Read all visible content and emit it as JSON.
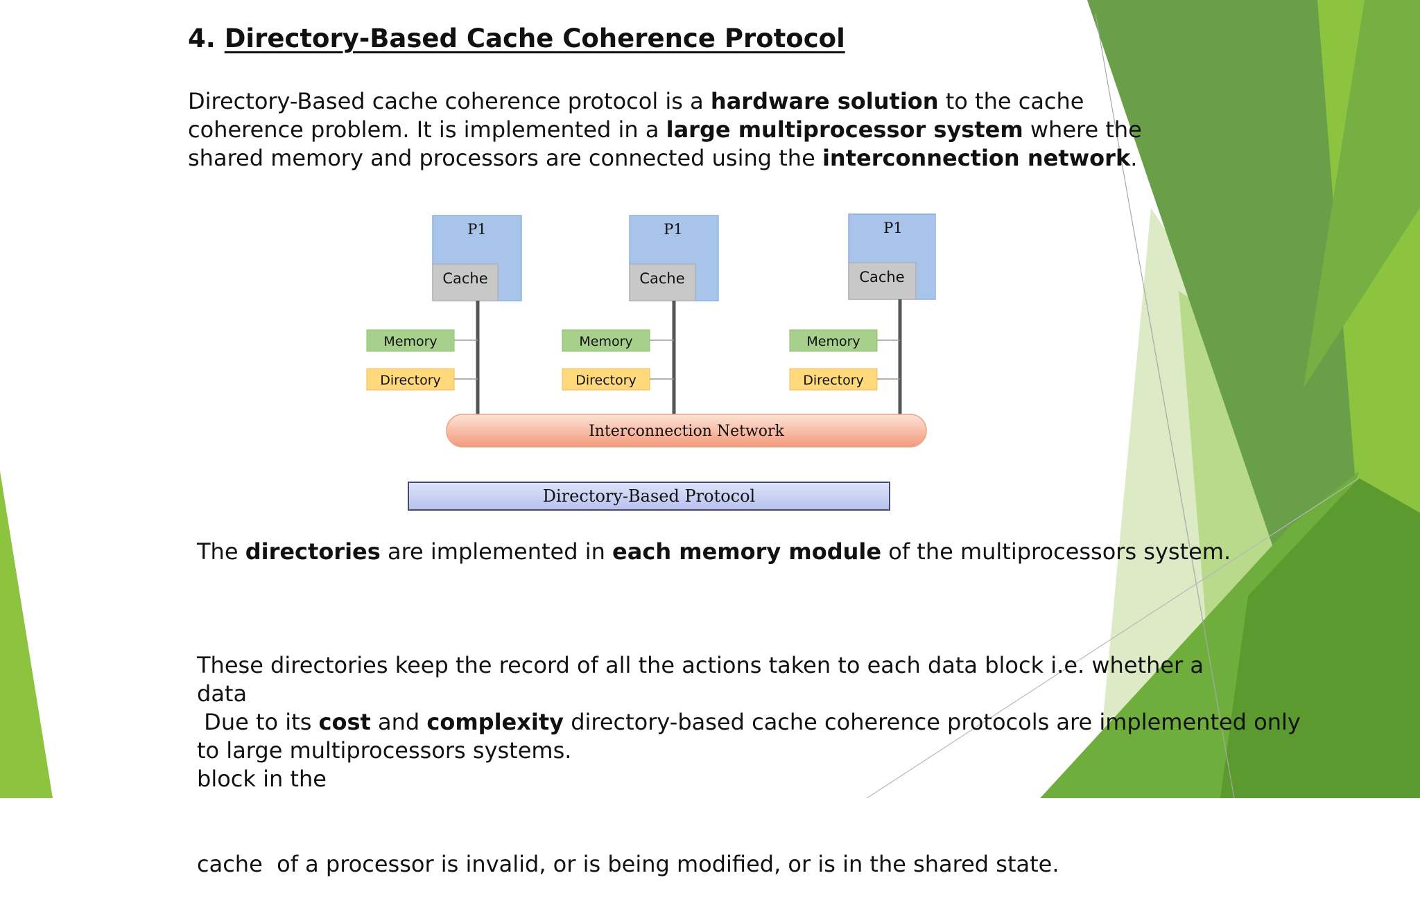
{
  "slide": {
    "number": "4.",
    "title": "Directory-Based Cache Coherence Protocol"
  },
  "intro": {
    "s1": "Directory-Based cache coherence protocol is a ",
    "b1": "hardware solution",
    "s2": " to the cache coherence problem. It is implemented in a ",
    "b2": "large multiprocessor system",
    "s3": " where the shared memory and processors are connected using the ",
    "b3": "interconnection network",
    "s4": "."
  },
  "diagram": {
    "nodes": [
      {
        "processor": "P1",
        "cache": "Cache",
        "memory": "Memory",
        "directory": "Directory"
      },
      {
        "processor": "P1",
        "cache": "Cache",
        "memory": "Memory",
        "directory": "Directory"
      },
      {
        "processor": "P1",
        "cache": "Cache",
        "memory": "Memory",
        "directory": "Directory"
      }
    ],
    "network": "Interconnection Network",
    "caption": "Directory-Based Protocol"
  },
  "para2": {
    "s1": "The ",
    "b1": "directories",
    "s2": " are implemented in ",
    "b2": "each memory module",
    "s3": " of the multiprocessors system."
  },
  "para3": {
    "line1": "These directories keep the record of all the actions taken to each data block i.e. whether a data",
    "line2": "block in the",
    "line3": "cache  of a processor is invalid, or is being modified, or is in the shared state."
  },
  "para4": {
    "s1": " Due to its ",
    "b1": "cost",
    "s2": " and ",
    "b2": "complexity",
    "s3": " directory-based cache coherence protocols are implemented only to large multiprocessors systems."
  },
  "colors": {
    "green_dark": "#5f9a3c",
    "green_mid": "#7ab648",
    "green_light": "#8cc43f",
    "processor_blue": "#a9c4ea",
    "cache_gray": "#c8c8c8",
    "memory_green": "#a8d08d",
    "directory_yellow": "#ffd97a",
    "network_salmon": "#f7b49a",
    "caption_blue": "#c5cdf0"
  }
}
